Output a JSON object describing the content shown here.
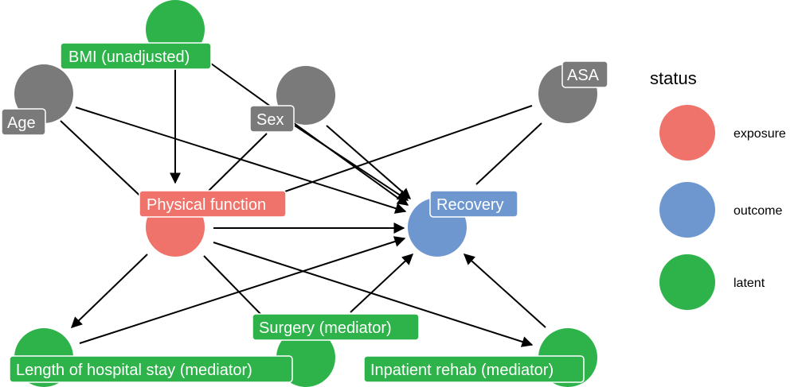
{
  "colors": {
    "exposure": "#F0736B",
    "outcome": "#6E97D0",
    "latent": "#2DB34A",
    "grey": "#7A7A7A"
  },
  "nodes": {
    "bmi": {
      "label": "BMI (unadjusted)",
      "status": "latent"
    },
    "age": {
      "label": "Age",
      "status": null
    },
    "sex": {
      "label": "Sex",
      "status": null
    },
    "asa": {
      "label": "ASA",
      "status": null
    },
    "physical": {
      "label": "Physical function",
      "status": "exposure"
    },
    "recovery": {
      "label": "Recovery",
      "status": "outcome"
    },
    "los": {
      "label": "Length of hospital stay (mediator)",
      "status": "latent"
    },
    "surgery": {
      "label": "Surgery (mediator)",
      "status": "latent"
    },
    "rehab": {
      "label": "Inpatient rehab (mediator)",
      "status": "latent"
    }
  },
  "edges": [
    {
      "from": "bmi",
      "to": "physical",
      "arrow": true
    },
    {
      "from": "bmi",
      "to": "recovery",
      "arrow": true
    },
    {
      "from": "age",
      "to": "physical",
      "arrow": false
    },
    {
      "from": "age",
      "to": "recovery",
      "arrow": true
    },
    {
      "from": "sex",
      "to": "physical",
      "arrow": false
    },
    {
      "from": "sex",
      "to": "recovery",
      "arrow": true
    },
    {
      "from": "sex",
      "to": "recovery",
      "arrow": true
    },
    {
      "from": "asa",
      "to": "physical",
      "arrow": false
    },
    {
      "from": "asa",
      "to": "recovery",
      "arrow": false
    },
    {
      "from": "physical",
      "to": "recovery",
      "arrow": true
    },
    {
      "from": "physical",
      "to": "los",
      "arrow": true
    },
    {
      "from": "physical",
      "to": "surgery",
      "arrow": false
    },
    {
      "from": "physical",
      "to": "rehab",
      "arrow": true
    },
    {
      "from": "los",
      "to": "recovery",
      "arrow": true
    },
    {
      "from": "surgery",
      "to": "recovery",
      "arrow": true
    },
    {
      "from": "rehab",
      "to": "recovery",
      "arrow": true
    }
  ],
  "legend": {
    "title": "status",
    "items": [
      {
        "key": "exposure",
        "label": "exposure"
      },
      {
        "key": "outcome",
        "label": "outcome"
      },
      {
        "key": "latent",
        "label": "latent"
      }
    ]
  }
}
